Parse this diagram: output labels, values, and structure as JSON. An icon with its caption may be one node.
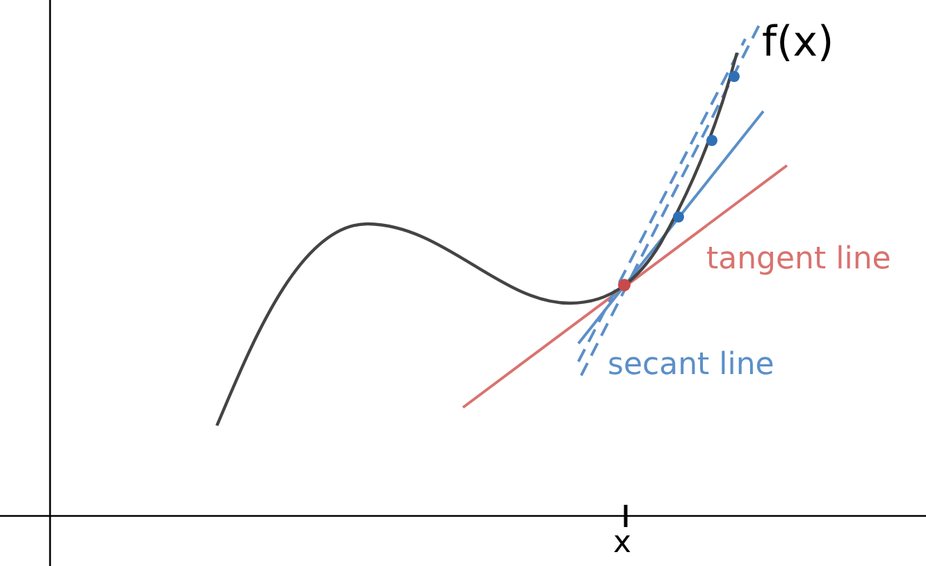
{
  "diagram": {
    "labels": [
      "f(x)",
      "tangent line",
      "secant line",
      "x"
    ]
  }
}
